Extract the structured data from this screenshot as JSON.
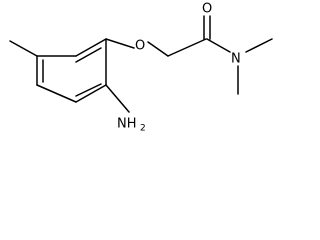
{
  "molecule": {
    "atoms": {
      "oxygen_ether": "O",
      "oxygen_carbonyl": "O",
      "nitrogen_amide": "N",
      "amine_symbol": "NH",
      "amine_subscript": "2"
    }
  }
}
